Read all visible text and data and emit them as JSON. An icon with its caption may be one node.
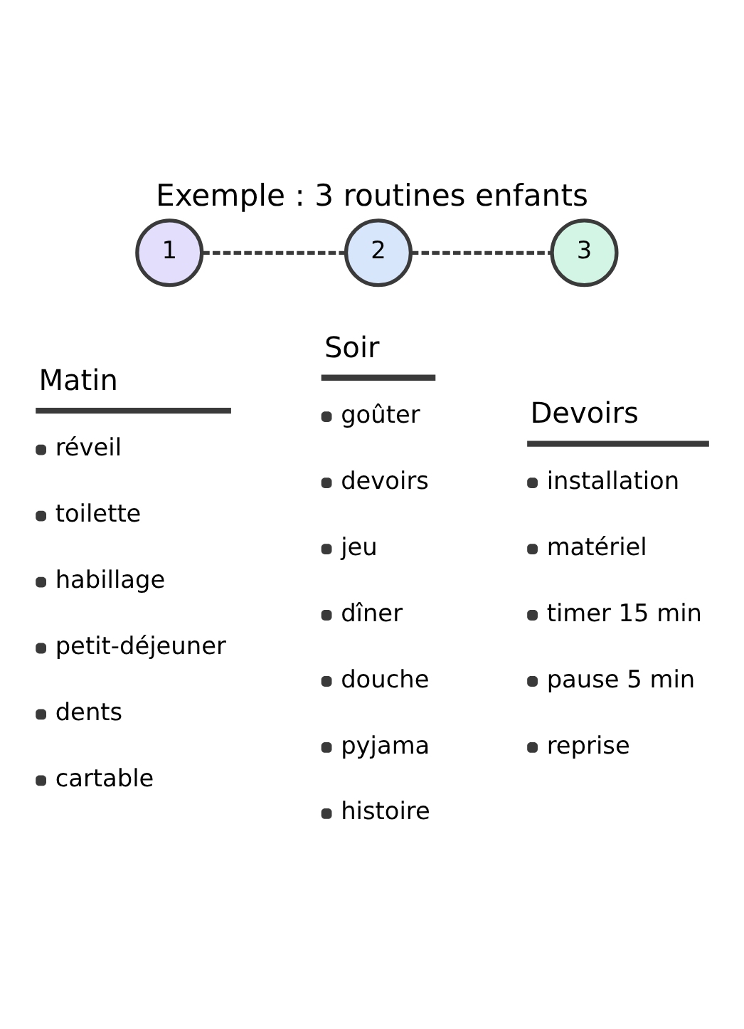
{
  "diagram": {
    "title": "Exemple : 3 routines enfants",
    "nodes": [
      {
        "text": [
          "1"
        ]
      },
      {
        "text": [
          "2"
        ]
      },
      {
        "text": [
          "3"
        ]
      }
    ],
    "edges": [
      {
        "from": 0,
        "to": 1,
        "arrow": "none",
        "style": "dashed"
      },
      {
        "from": 1,
        "to": 2,
        "arrow": "none",
        "style": "dashed"
      }
    ],
    "labels": [
      "Matin",
      "réveil",
      "toilette",
      "habillage",
      "petit-déjeuner",
      "dents",
      "cartable",
      "Soir",
      "goûter",
      "devoirs",
      "jeu",
      "dîner",
      "douche",
      "pyjama",
      "histoire",
      "Devoirs",
      "installation",
      "matériel",
      "timer 15 min",
      "pause 5 min",
      "reprise"
    ]
  }
}
